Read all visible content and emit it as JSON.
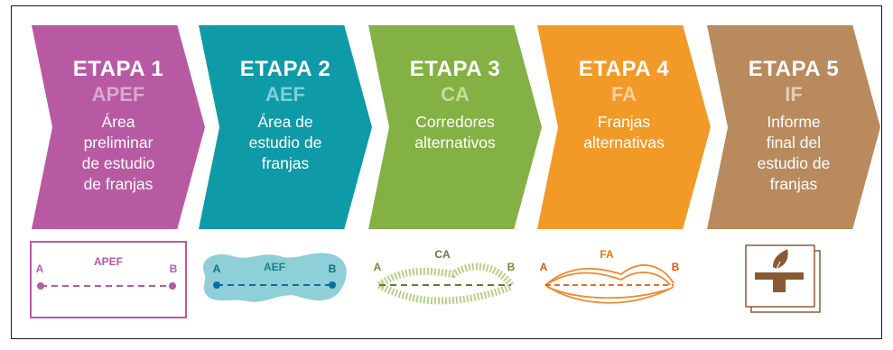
{
  "stages": [
    {
      "title": "ETAPA 1",
      "code": "APEF",
      "lines": [
        "Área",
        "preliminar",
        "de estudio",
        "de franjas"
      ],
      "color": "#b85aa3",
      "code_color": "#d9a8d0",
      "icon_label": "APEF",
      "point_a": "A",
      "point_b": "B"
    },
    {
      "title": "ETAPA 2",
      "code": "AEF",
      "lines": [
        "Área de",
        "estudio de",
        "franjas"
      ],
      "color": "#0f9aa8",
      "code_color": "#7dd0da",
      "icon_label": "AEF",
      "point_a": "A",
      "point_b": "B"
    },
    {
      "title": "ETAPA 3",
      "code": "CA",
      "lines": [
        "Corredores",
        "alternativos"
      ],
      "color": "#84b143",
      "code_color": "#c6dc9a",
      "icon_label": "CA",
      "point_a": "A",
      "point_b": "B"
    },
    {
      "title": "ETAPA 4",
      "code": "FA",
      "lines": [
        "Franjas",
        "alternativas"
      ],
      "color": "#f29a28",
      "code_color": "#fbd19a",
      "icon_label": "FA",
      "point_a": "A",
      "point_b": "B"
    },
    {
      "title": "ETAPA 5",
      "code": "IF",
      "lines": [
        "Informe",
        "final del",
        "estudio de",
        "franjas"
      ],
      "color": "#b88a5e",
      "code_color": "#e3cdb5",
      "icon_label": "report-document-icon"
    }
  ]
}
